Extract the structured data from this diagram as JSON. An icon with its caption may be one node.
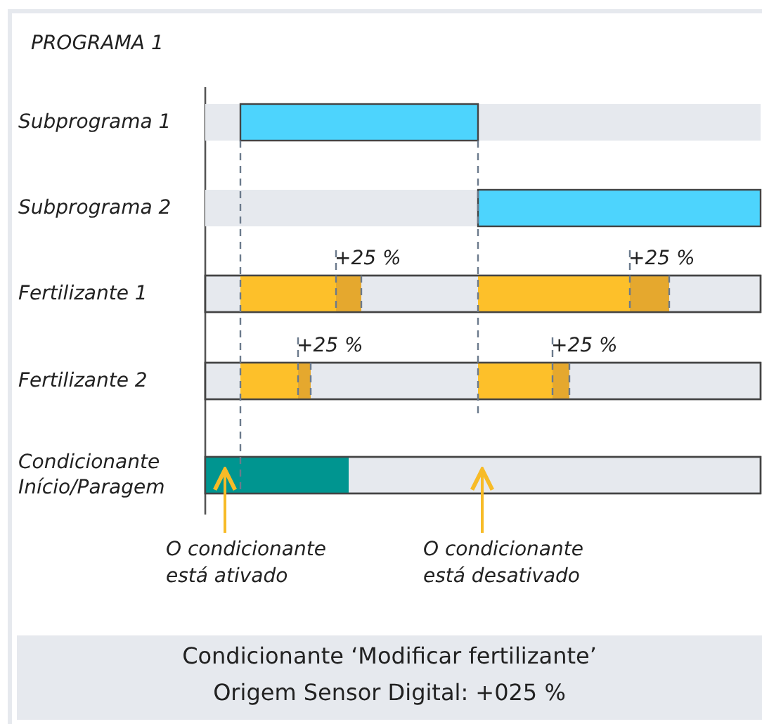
{
  "diagram": {
    "title": "PROGRAMA  1",
    "nodes": [
      {
        "text": [
          "O condicionante está ativado"
        ]
      },
      {
        "text": [
          "O condicionante está desativado"
        ]
      }
    ],
    "edges": [
      {
        "from": 0,
        "to": null,
        "arrow": "to"
      },
      {
        "from": 1,
        "to": null,
        "arrow": "to"
      }
    ],
    "labels": [
      "Subprograma 1",
      "Subprograma 2",
      "+25 %",
      "+25 %",
      "Fertilizante 1",
      "+25 %",
      "+25 %",
      "Fertilizante 2",
      "Condicionante Início/Paragem",
      "Condicionante ‘Modificar fertilizante’",
      "Origem Sensor Digital: +025 %"
    ]
  }
}
